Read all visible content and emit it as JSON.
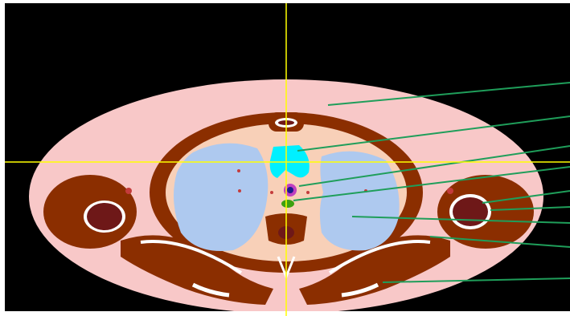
{
  "viewer": {
    "view": "axial",
    "crosshair_color": "#ffff00",
    "leader_line_color": "#1f9e5a",
    "background_color": "#000000"
  },
  "tissue_colors": {
    "skin_fat": "#f8c8c8",
    "muscle": "#8b2e00",
    "bone_outline": "#ffffff",
    "bone_marrow": "#6e1818",
    "lung": "#aec9ef",
    "trachea": "#00f0ff",
    "aorta": "#c040c0",
    "esophagus": "#3da010",
    "mediastinum": "#f8d0b8",
    "vessels": "#c43c3c"
  },
  "labels": [
    {
      "name": "skin-fat-label-line",
      "text": ""
    },
    {
      "name": "trachea-label-line",
      "text": ""
    },
    {
      "name": "aorta-label-line",
      "text": ""
    },
    {
      "name": "esophagus-label-line",
      "text": ""
    },
    {
      "name": "humerus-label-line",
      "text": ""
    },
    {
      "name": "marrow-label-line",
      "text": ""
    },
    {
      "name": "lung-label-line",
      "text": ""
    },
    {
      "name": "muscle-label-line",
      "text": ""
    },
    {
      "name": "scapula-label-line",
      "text": ""
    }
  ]
}
